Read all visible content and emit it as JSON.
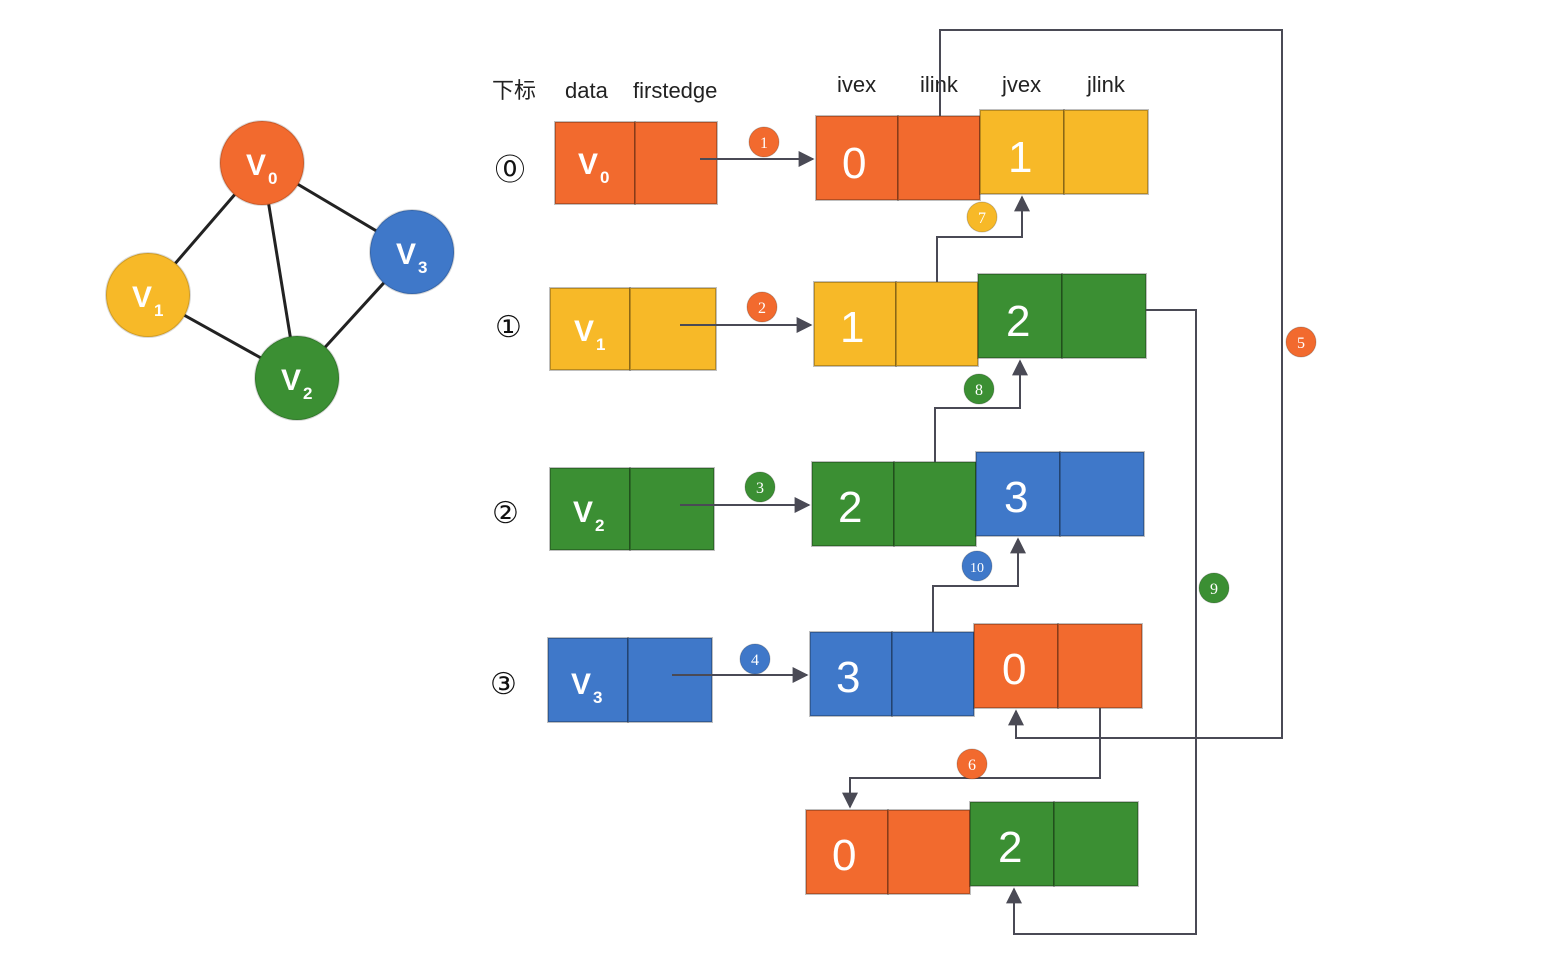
{
  "colors": {
    "orange": "#f26a2e",
    "yellow": "#f7b928",
    "green": "#3b8f33",
    "blue": "#3f78c9",
    "line": "#4a4a55"
  },
  "graph": {
    "vertices": [
      {
        "label": "V",
        "sub": "0",
        "color": "orange"
      },
      {
        "label": "V",
        "sub": "1",
        "color": "yellow"
      },
      {
        "label": "V",
        "sub": "2",
        "color": "green"
      },
      {
        "label": "V",
        "sub": "3",
        "color": "blue"
      }
    ]
  },
  "vertex_table": {
    "headers": {
      "index": "下标",
      "data": "data",
      "firstedge": "firstedge"
    },
    "rows": [
      {
        "index": "⓪",
        "label": "V",
        "sub": "0",
        "color": "orange"
      },
      {
        "index": "①",
        "label": "V",
        "sub": "1",
        "color": "yellow"
      },
      {
        "index": "②",
        "label": "V",
        "sub": "2",
        "color": "green"
      },
      {
        "index": "③",
        "label": "V",
        "sub": "3",
        "color": "blue"
      }
    ]
  },
  "edge_table": {
    "headers": {
      "ivex": "ivex",
      "ilink": "ilink",
      "jvex": "jvex",
      "jlink": "jlink"
    },
    "nodes": [
      {
        "ivex": "0",
        "jvex": "1",
        "icolor": "orange",
        "jcolor": "yellow"
      },
      {
        "ivex": "1",
        "jvex": "2",
        "icolor": "yellow",
        "jcolor": "green"
      },
      {
        "ivex": "2",
        "jvex": "3",
        "icolor": "green",
        "jcolor": "blue"
      },
      {
        "ivex": "3",
        "jvex": "0",
        "icolor": "blue",
        "jcolor": "orange"
      },
      {
        "ivex": "0",
        "jvex": "2",
        "icolor": "orange",
        "jcolor": "green"
      }
    ]
  },
  "steps": [
    {
      "n": "1",
      "color": "orange"
    },
    {
      "n": "2",
      "color": "orange"
    },
    {
      "n": "3",
      "color": "green"
    },
    {
      "n": "4",
      "color": "blue"
    },
    {
      "n": "5",
      "color": "orange"
    },
    {
      "n": "6",
      "color": "orange"
    },
    {
      "n": "7",
      "color": "yellow"
    },
    {
      "n": "8",
      "color": "green"
    },
    {
      "n": "9",
      "color": "green"
    },
    {
      "n": "10",
      "color": "blue"
    }
  ]
}
